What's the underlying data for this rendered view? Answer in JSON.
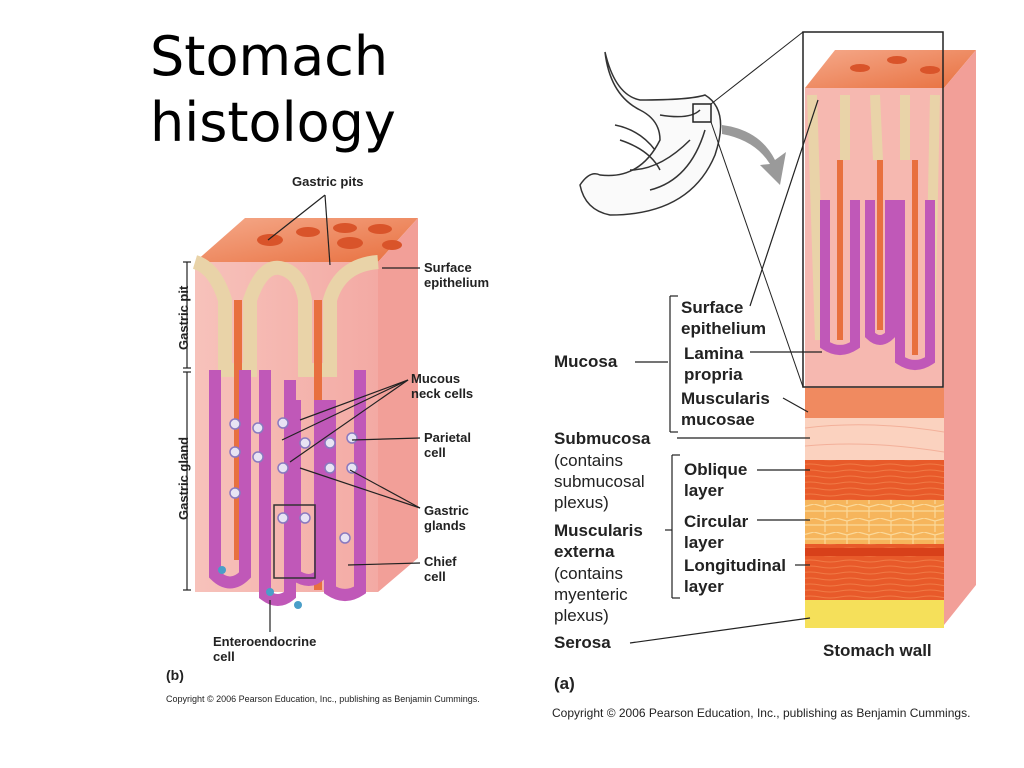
{
  "title": "Stomach\nhistology",
  "panel_b": {
    "letter": "(b)",
    "labels": {
      "gastric_pits": "Gastric pits",
      "surface_epithelium": "Surface\nepithelium",
      "mucous_neck_cells": "Mucous\nneck cells",
      "parietal_cell": "Parietal\ncell",
      "gastric_glands": "Gastric\nglands",
      "chief_cell": "Chief\ncell",
      "enteroendocrine_cell": "Enteroendocrine\ncell",
      "gastric_pit_vertical": "Gastric pit",
      "gastric_gland_vertical": "Gastric gland"
    },
    "copyright": "Copyright © 2006 Pearson Education, Inc., publishing as Benjamin Cummings."
  },
  "panel_a": {
    "letter": "(a)",
    "labels": {
      "surface_epithelium": "Surface\nepithelium",
      "lamina_propria": "Lamina\npropria",
      "muscularis_mucosae": "Muscularis\nmucosae",
      "mucosa": "Mucosa",
      "submucosa": "Submucosa",
      "submucosa_note": "(contains\nsubmucosal\nplexus)",
      "oblique_layer": "Oblique\nlayer",
      "circular_layer": "Circular\nlayer",
      "longitudinal_layer": "Longitudinal\nlayer",
      "muscularis_externa": "Muscularis\nexterna",
      "muscularis_externa_note": "(contains\nmyenteric\nplexus)",
      "serosa": "Serosa",
      "stomach_wall": "Stomach wall"
    },
    "copyright": "Copyright © 2006 Pearson Education, Inc., publishing as Benjamin Cummings."
  },
  "colors": {
    "tissue_pink": "#f6b8b0",
    "tissue_orange": "#e8703f",
    "gland_purple": "#c058b8",
    "epithelium_tan": "#e9d3a8",
    "muscle_red": "#e85a2a",
    "serosa_yellow": "#f5e05a"
  }
}
